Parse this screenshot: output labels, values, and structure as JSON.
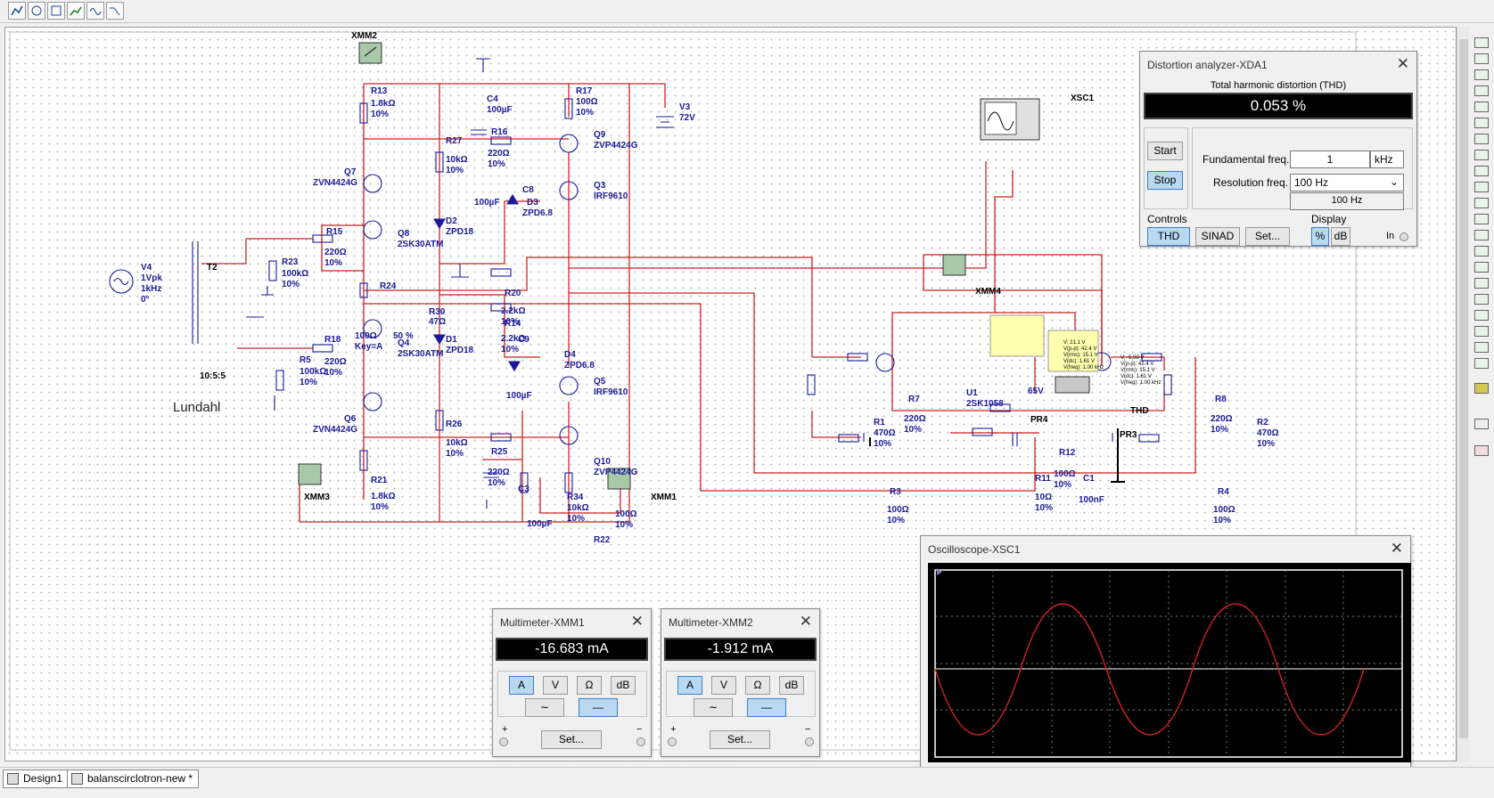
{
  "toolbar": {
    "icons": [
      "grapher-icon",
      "analysis-icon",
      "postprocessor-icon",
      "chart-icon",
      "scope-trace-icon",
      "bode-icon"
    ]
  },
  "schematic": {
    "labels": {
      "XMM2": "XMM2",
      "XMM4": "XMM4",
      "XMM3": "XMM3",
      "XMM1": "XMM1",
      "XSC1": "XSC1",
      "R13": "R13",
      "R13v": "1.8kΩ",
      "R13t": "10%",
      "C4": "C4",
      "C4v": "100µF",
      "R17": "R17",
      "R17v": "100Ω",
      "R17t": "10%",
      "V3": "V3",
      "V3v": "72V",
      "R16": "R16",
      "R16v": "220Ω",
      "R16t": "10%",
      "Q9": "Q9",
      "Q9v": "ZVP4424G",
      "R27": "R27",
      "R27v": "10kΩ",
      "R27t": "10%",
      "Q7": "Q7",
      "Q7v": "ZVN4424G",
      "C8": "C8",
      "C8v": "100µF",
      "D3": "D3",
      "D3v": "ZPD6.8",
      "Q3": "Q3",
      "Q3v": "IRF9610",
      "D2": "D2",
      "D2v": "ZPD18",
      "R15": "R15",
      "R15v": "220Ω",
      "R15t": "10%",
      "Q8": "Q8",
      "Q8v": "2SK30ATM",
      "V4": "V4",
      "V4a": "1Vpk",
      "V4b": "1kHz",
      "V4c": "0°",
      "T2": "T2",
      "T2r": "10:5:5",
      "R23": "R23",
      "R23v": "100kΩ",
      "R23t": "10%",
      "R24": "R24",
      "R24v": "100Ω",
      "R24k": "Key=A",
      "R24p": "50 %",
      "R30": "R30",
      "R30v": "47Ω",
      "R20": "R20",
      "R20v": "2.2kΩ",
      "R20t": "10%",
      "R14": "R14",
      "R14v": "2.2kΩ",
      "R14t": "10%",
      "D1": "D1",
      "D1v": "ZPD18",
      "C9": "C9",
      "C9v": "100µF",
      "D4": "D4",
      "D4v": "ZPD6.8",
      "R18": "R18",
      "R18v": "220Ω",
      "R18t": "10%",
      "Q4": "Q4",
      "Q4v": "2SK30ATM",
      "R5": "R5",
      "R5v": "100kΩ",
      "R5t": "10%",
      "Q5": "Q5",
      "Q5v": "IRF9610",
      "Q6": "Q6",
      "Q6v": "ZVN4424G",
      "R26": "R26",
      "R26v": "10kΩ",
      "R26t": "10%",
      "R25": "R25",
      "R25v": "220Ω",
      "R25t": "10%",
      "Q10": "Q10",
      "Q10v": "ZVP4424G",
      "R21": "R21",
      "R21v": "1.8kΩ",
      "R21t": "10%",
      "C3": "C3",
      "C3v": "100µF",
      "R34": "R34",
      "R34v": "10kΩ",
      "R34t": "10%",
      "R22": "R22",
      "R22v": "100Ω",
      "R22t": "10%",
      "R1": "R1",
      "R1v": "470Ω",
      "R1t": "10%",
      "R7": "R7",
      "R7v": "220Ω",
      "R7t": "10%",
      "U1": "U1",
      "U1v": "2SK1058",
      "V1v": "65V",
      "R3": "R3",
      "R3v": "100Ω",
      "R3t": "10%",
      "R12": "R12",
      "R12v": "100Ω",
      "R12t": "10%",
      "R11": "R11",
      "R11v": "10Ω",
      "R11t": "10%",
      "C1": "C1",
      "C1v": "100nF",
      "R8": "R8",
      "R8v": "220Ω",
      "R8t": "10%",
      "R2": "R2",
      "R2v": "470Ω",
      "R2t": "10%",
      "R4": "R4",
      "R4v": "100Ω",
      "R4t": "10%",
      "PR4": "PR4",
      "PR3": "PR3",
      "thd_label": "THD"
    },
    "probe1": [
      "V: 21.1 V",
      "V(p-p): 42.4 V",
      "V(rms): 15.1 V",
      "V(dc): 1.61 V",
      "V(freq): 1.00 kHz"
    ],
    "probe2": [
      "V: -5.03 V",
      "V(p-p): 42.4 V",
      "V(rms): 15.1 V",
      "V(dc): 1.61 V",
      "V(freq): 1.00 kHz"
    ],
    "annotation": "Lundahl"
  },
  "distortion": {
    "title": "Distortion analyzer-XDA1",
    "thd_label": "Total harmonic distortion (THD)",
    "thd_value": "0.053 %",
    "start": "Start",
    "stop": "Stop",
    "fund_label": "Fundamental freq.",
    "fund_value": "1",
    "fund_unit": "kHz",
    "res_label": "Resolution freq.",
    "res_value": "100 Hz",
    "res_readout": "100 Hz",
    "controls_label": "Controls",
    "display_label": "Display",
    "thd_btn": "THD",
    "sinad_btn": "SINAD",
    "set_btn": "Set...",
    "pct_btn": "%",
    "db_btn": "dB",
    "in_label": "In"
  },
  "oscilloscope": {
    "title": "Oscilloscope-XSC1",
    "trace_color": "#cc2222",
    "cycles": 3
  },
  "mm1": {
    "title": "Multimeter-XMM1",
    "value": "-16.683 mA",
    "modes": [
      "A",
      "V",
      "Ω",
      "dB"
    ],
    "set": "Set...",
    "plus": "+",
    "minus": "−"
  },
  "mm2": {
    "title": "Multimeter-XMM2",
    "value": "-1.912 mA",
    "modes": [
      "A",
      "V",
      "Ω",
      "dB"
    ],
    "set": "Set...",
    "plus": "+",
    "minus": "−"
  },
  "tabs": {
    "design1": "Design1",
    "circuit": "balanscirclotron-new *"
  },
  "colors": {
    "wire": "#cc2222",
    "component": "#1a1a9a",
    "probe_bg": "#ffffb0",
    "accent": "#3b7fc4"
  }
}
